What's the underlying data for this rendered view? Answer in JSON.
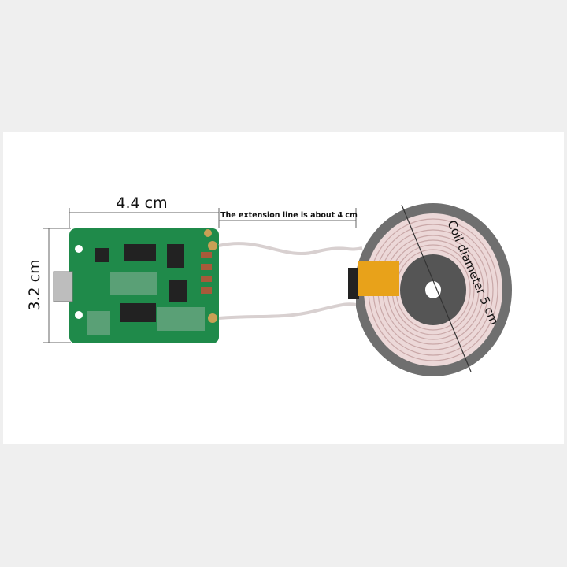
{
  "annotations": {
    "width_label": "4.4 cm",
    "height_label": "3.2 cm",
    "extension_label": "The extension line is about 4 cm",
    "coil_label": "Coil diameter 5 cm"
  },
  "colors": {
    "pcb": "#1f8a4a",
    "coil_ring": "#6f6f6f",
    "coil_wire": "#e9d3d3",
    "tape": "#e8a21a"
  }
}
